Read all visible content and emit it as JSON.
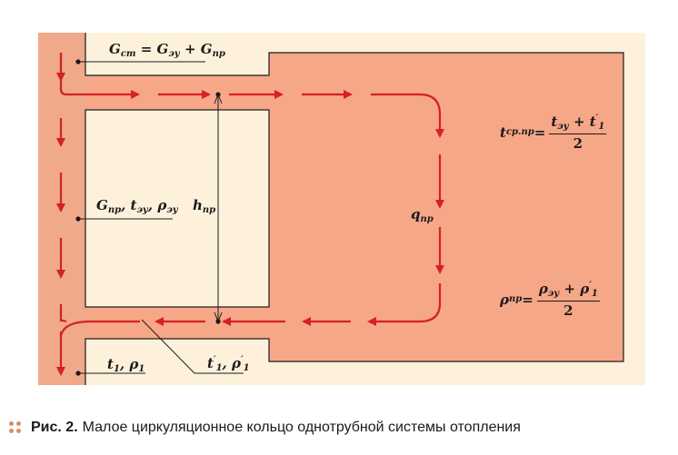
{
  "labels": {
    "g_st": {
      "main": "G",
      "sub": "ст",
      "rest1": " = G",
      "sub2": "эу",
      "rest2": " + G",
      "sub3": "пр"
    },
    "g_pr_row": {
      "g": "G",
      "g_sub": "пр",
      "t": ", t",
      "t_sub": "эу",
      "rho": ", ρ",
      "rho_sub": "эу"
    },
    "h_pr": {
      "main": "h",
      "sub": "пр"
    },
    "q_pr": {
      "main": "q",
      "sub": "пр"
    },
    "t_sr": {
      "main": "t",
      "sub": "ср.пр",
      "eq": " =",
      "num_a": "t",
      "num_a_sub": "эу",
      "num_plus": " + t",
      "num_b_sup": "′",
      "num_b_sub": "1",
      "den": "2"
    },
    "rho_pr": {
      "main": "ρ",
      "sub": "пр",
      "eq": " =",
      "num_a": "ρ",
      "num_a_sub": "эу",
      "num_plus": " + ρ",
      "num_b_sup": "′",
      "num_b_sub": "1",
      "den": "2"
    },
    "t1_rho1": {
      "t": "t",
      "t_sub": "1",
      "sep": ", ρ",
      "rho_sub": "1"
    },
    "t1p_rho1p": {
      "t": "t",
      "t_sup": "′",
      "t_sub": "1",
      "sep": ", ρ",
      "rho_sup": "′",
      "rho_sub": "1"
    }
  },
  "caption": {
    "prefix": "Рис. 2.",
    "text": "Малое циркуляционное кольцо однотрубной системы отопления"
  },
  "colors": {
    "pipe": "#f0a98a",
    "device": "#f6a788",
    "background": "#fdf1dc",
    "arrow": "#d42027",
    "line": "#1a1a1a"
  }
}
